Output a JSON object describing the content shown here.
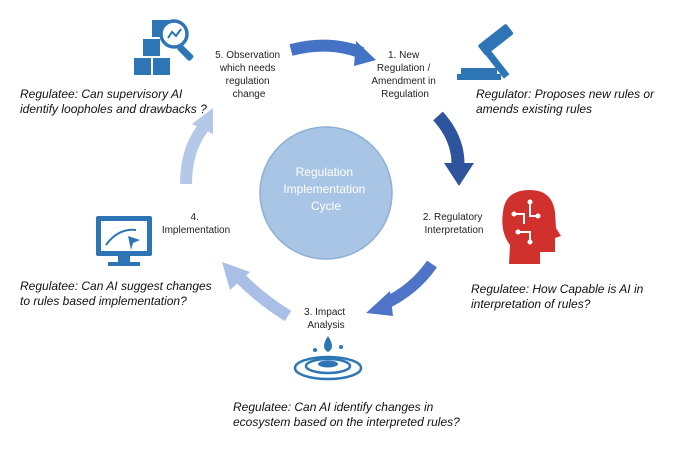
{
  "center": {
    "lines": [
      "Regulation",
      "Implementation",
      "Cycle"
    ]
  },
  "steps": [
    {
      "lines": [
        "1. New",
        "Regulation /",
        "Amendment in",
        "Regulation"
      ]
    },
    {
      "lines": [
        "2. Regulatory",
        "Interpretation"
      ]
    },
    {
      "lines": [
        "3. Impact",
        "Analysis"
      ]
    },
    {
      "lines": [
        "4.",
        "Implementation"
      ]
    },
    {
      "lines": [
        "5. Observation",
        "which needs",
        "regulation",
        "change"
      ]
    }
  ],
  "notes": [
    {
      "lines": [
        "Regulator: Proposes new rules or",
        "amends existing rules"
      ]
    },
    {
      "lines": [
        "Regulatee: How Capable is AI in",
        "interpretation of rules?"
      ]
    },
    {
      "lines": [
        "Regulatee: Can AI identify changes in",
        "ecosystem based on the interpreted rules?"
      ]
    },
    {
      "lines": [
        "Regulatee: Can AI suggest changes",
        "to rules based implementation?"
      ]
    },
    {
      "lines": [
        "Regulatee: Can supervisory AI",
        "identify loopholes and drawbacks ?"
      ]
    }
  ],
  "icons": [
    "gavel-icon",
    "brain-circuit-icon",
    "water-drop-icon",
    "monitor-cursor-icon",
    "boxes-magnifier-icon"
  ],
  "colors": {
    "center_fill": "#a9c5e6",
    "center_stroke": "#8fb0d6",
    "arrow_top": "#4472c4",
    "arrow_right": "#2f549e",
    "arrow_bottom": "#4f74c7",
    "arrow_left": "#a9bfe6",
    "arrow_upper_left": "#b4c8e8",
    "icon_blue": "#2e75b6",
    "icon_red": "#d0312d"
  }
}
